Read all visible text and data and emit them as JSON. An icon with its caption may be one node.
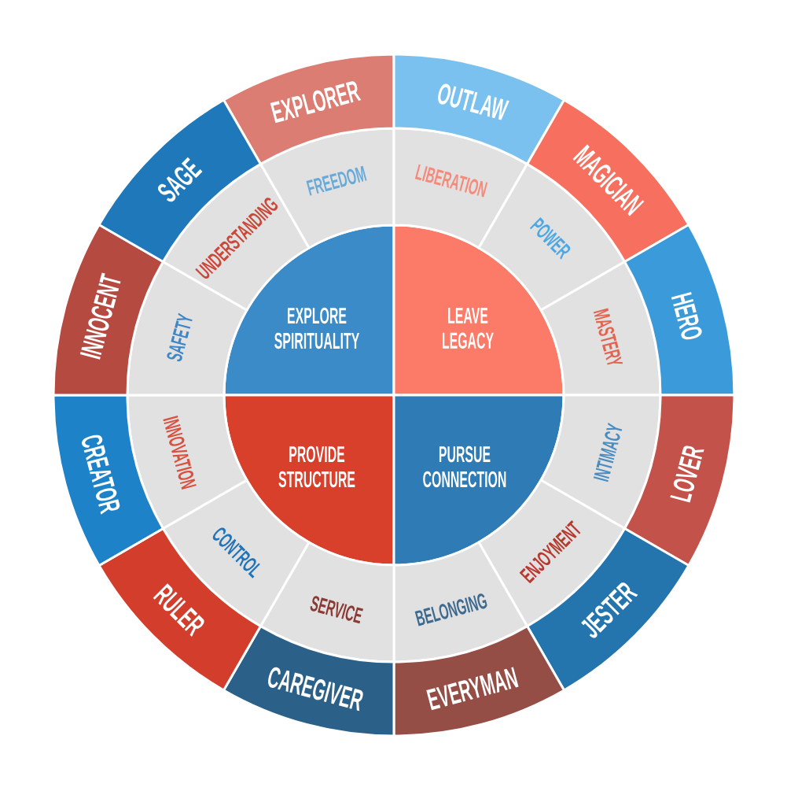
{
  "diagram": {
    "nodes": [
      {
        "text": [
          "EXPLORE SPIRITUALITY"
        ]
      },
      {
        "text": [
          "LEAVE LEGACY"
        ]
      },
      {
        "text": [
          "PROVIDE STRUCTURE"
        ]
      },
      {
        "text": [
          "PURSUE CONNECTION"
        ]
      },
      {
        "text": [
          "FREEDOM"
        ]
      },
      {
        "text": [
          "LIBERATION"
        ]
      },
      {
        "text": [
          "POWER"
        ]
      },
      {
        "text": [
          "MASTERY"
        ]
      },
      {
        "text": [
          "INTIMACY"
        ]
      },
      {
        "text": [
          "ENJOYMENT"
        ]
      },
      {
        "text": [
          "BELONGING"
        ]
      },
      {
        "text": [
          "SERVICE"
        ]
      },
      {
        "text": [
          "CONTROL"
        ]
      },
      {
        "text": [
          "INNOVATION"
        ]
      },
      {
        "text": [
          "SAFETY"
        ]
      },
      {
        "text": [
          "UNDERSTANDING"
        ]
      },
      {
        "text": [
          "EXPLORER"
        ]
      },
      {
        "text": [
          "OUTLAW"
        ]
      },
      {
        "text": [
          "MAGICIAN"
        ]
      },
      {
        "text": [
          "HERO"
        ]
      },
      {
        "text": [
          "LOVER"
        ]
      },
      {
        "text": [
          "JESTER"
        ]
      },
      {
        "text": [
          "EVERYMAN"
        ]
      },
      {
        "text": [
          "CAREGIVER"
        ]
      },
      {
        "text": [
          "RULER"
        ]
      },
      {
        "text": [
          "CREATOR"
        ]
      },
      {
        "text": [
          "INNOCENT"
        ]
      },
      {
        "text": [
          "SAGE"
        ]
      }
    ]
  }
}
